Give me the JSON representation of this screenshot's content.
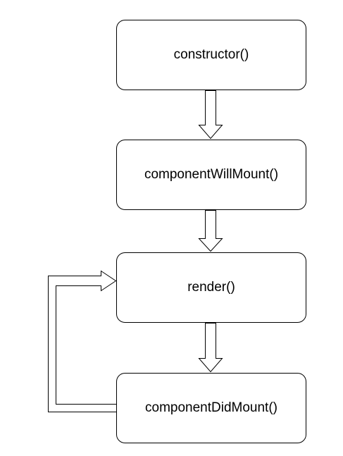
{
  "diagram": {
    "type": "flowchart",
    "nodes": [
      {
        "id": "constructor",
        "label": "constructor()"
      },
      {
        "id": "componentWillMount",
        "label": "componentWillMount()"
      },
      {
        "id": "render",
        "label": "render()"
      },
      {
        "id": "componentDidMount",
        "label": "componentDidMount()"
      }
    ],
    "edges": [
      {
        "from": "constructor",
        "to": "componentWillMount",
        "style": "hollow-arrow"
      },
      {
        "from": "componentWillMount",
        "to": "render",
        "style": "hollow-arrow"
      },
      {
        "from": "render",
        "to": "componentDidMount",
        "style": "hollow-arrow"
      },
      {
        "from": "componentDidMount",
        "to": "render",
        "style": "hollow-arrow",
        "route": "loop-left"
      }
    ],
    "colors": {
      "stroke": "#000000",
      "fill": "#ffffff",
      "text": "#000000"
    }
  }
}
